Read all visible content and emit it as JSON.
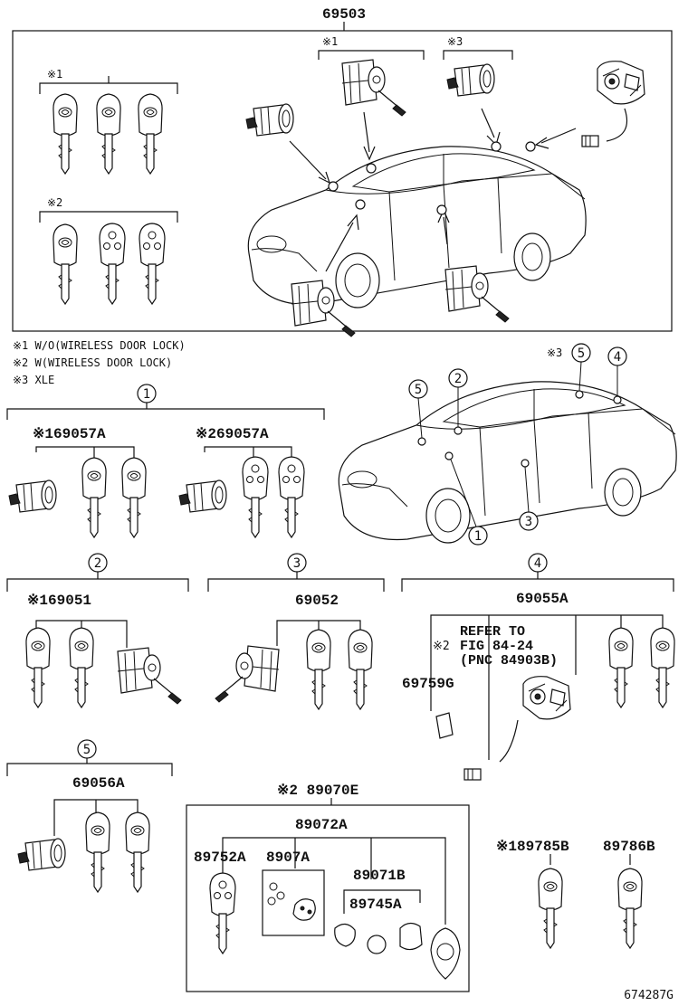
{
  "main_assembly": {
    "part_number": "69503"
  },
  "notes": {
    "mark1_label": "※1",
    "mark2_label": "※2",
    "mark3_label": "※3",
    "note1": "※1 W/O(WIRELESS DOOR LOCK)",
    "note2": "※2 W(WIRELESS DOOR LOCK)",
    "note3": "※3 XLE"
  },
  "callouts": {
    "c1": "1",
    "c2": "2",
    "c3": "3",
    "c4": "4",
    "c5": "5",
    "xle_mark": "※3"
  },
  "groups": {
    "g1_left": "※169057A",
    "g1_right": "※269057A",
    "g2": "※169051",
    "g3": "69052",
    "g4": "69055A",
    "g4_side": "69759G",
    "g4_mark": "※2",
    "refer_line1": "REFER TO",
    "refer_line2": "FIG 84-24",
    "refer_line3": "(PNC 84903B)",
    "g5": "69056A"
  },
  "kit": {
    "title": "※2 89070E",
    "sub": "89072A",
    "p1": "89752A",
    "p2": "8907A",
    "p3": "89071B",
    "p4": "89745A"
  },
  "spare_keys": {
    "k1": "※189785B",
    "k2": "89786B"
  },
  "diagram_id": "674287G"
}
